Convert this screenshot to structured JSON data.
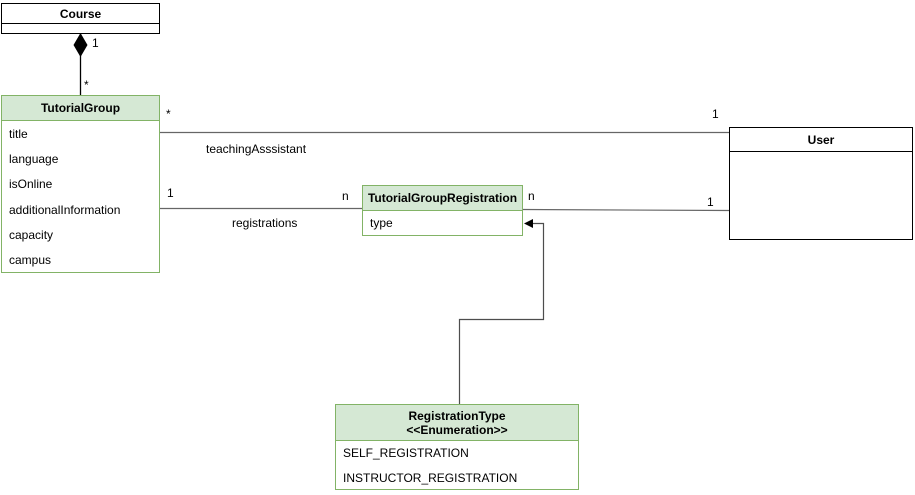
{
  "diagram": {
    "kind": "uml-class-diagram",
    "colors": {
      "class_header_fill": "#d5e8d4",
      "class_border_green": "#82b366",
      "class_border_black": "#000000",
      "edge_line": "#666666",
      "background": "#ffffff"
    },
    "classes": {
      "course": {
        "name": "Course"
      },
      "tutorial_group": {
        "name": "TutorialGroup",
        "attributes": [
          "title",
          "language",
          "isOnline",
          "additionalInformation",
          "capacity",
          "campus"
        ]
      },
      "tutorial_group_registration": {
        "name": "TutorialGroupRegistration",
        "attributes": [
          "type"
        ]
      },
      "user": {
        "name": "User"
      },
      "registration_type": {
        "name": "RegistrationType",
        "stereotype": "<<Enumeration>>",
        "values": [
          "SELF_REGISTRATION",
          "INSTRUCTOR_REGISTRATION"
        ]
      }
    },
    "edges": {
      "course_tutorialgroup_composition": {
        "type": "composition",
        "source_multiplicity": "1",
        "target_multiplicity": "*"
      },
      "teaching_assistant": {
        "label": "teachingAsssistant",
        "source_multiplicity": "*",
        "target_multiplicity": "1"
      },
      "registrations": {
        "label": "registrations",
        "source_multiplicity": "1",
        "target_multiplicity": "n"
      },
      "registration_user": {
        "source_multiplicity": "n",
        "target_multiplicity": "1"
      },
      "registrationtype_dependency": {
        "type": "arrow"
      }
    }
  }
}
